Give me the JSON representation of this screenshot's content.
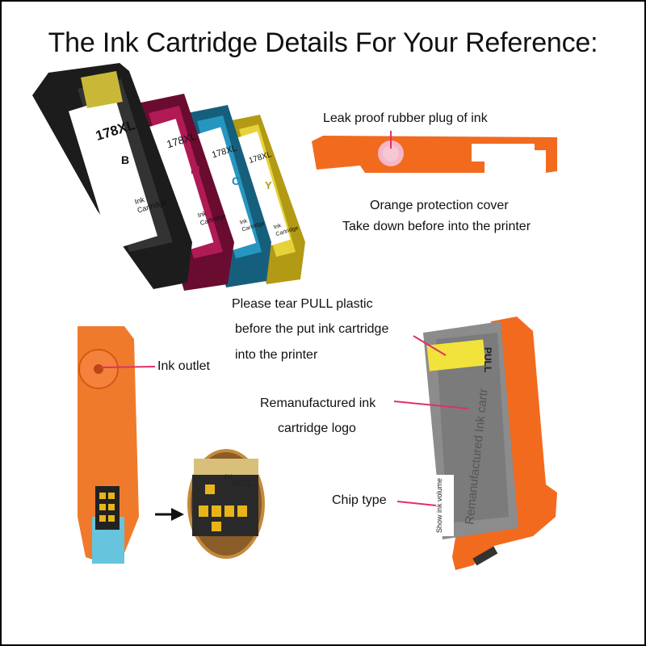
{
  "title": "The Ink Cartridge Details For Your Reference:",
  "cartridges": [
    {
      "model": "178XL",
      "letter": "B",
      "label": "Ink Cartridge",
      "color": "#1a1a1a"
    },
    {
      "model": "178XL",
      "letter": "M",
      "label": "Ink Cartridge",
      "color": "#a0144a"
    },
    {
      "model": "178XL",
      "letter": "C",
      "label": "Ink Cartridge",
      "color": "#1c88b0"
    },
    {
      "model": "178XL",
      "letter": "Y",
      "label": "Ink Cartridge",
      "color": "#d8c41c"
    }
  ],
  "callouts": {
    "leak_plug": "Leak proof rubber plug of ink",
    "cover_line1": "Orange protection cover",
    "cover_line2": "Take down before into the printer",
    "pull_line1": "Please tear PULL plastic",
    "pull_line2": "before the put ink cartridge",
    "pull_line3": "into the printer",
    "ink_outlet": "Ink outlet",
    "logo_line1": "Remanufactured ink",
    "logo_line2": "cartridge logo",
    "chip_type": "Chip type"
  },
  "cartridge_side": {
    "vertical_text": "Remanufactured Ink cartr",
    "pull_tab": "PULL",
    "show_volume": "Show ink volume"
  },
  "chip_closeup": {
    "code": "56CL",
    "prefix": "4H"
  },
  "colors": {
    "orange": "#f26a1e",
    "pointer": "#e0306a",
    "cyan": "#5ec8e0",
    "chip_gold": "#e8b418"
  }
}
